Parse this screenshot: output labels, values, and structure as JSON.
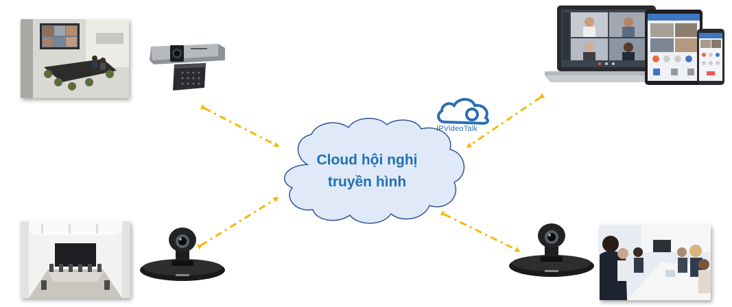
{
  "center": {
    "line1": "Cloud hội nghị",
    "line2": "truyền hình"
  },
  "brand": {
    "name": "IPVideoTalk"
  },
  "colors": {
    "cloud_fill": "#dfe9f7",
    "cloud_stroke": "#2f5597",
    "text": "#1f6fb3",
    "arrow": "#f5b800"
  },
  "nodes": [
    {
      "id": "meeting-room-with-webcam"
    },
    {
      "id": "laptop-tablet-phone"
    },
    {
      "id": "boardroom-with-conference-camera"
    },
    {
      "id": "meeting-participants-with-conference-camera"
    }
  ]
}
